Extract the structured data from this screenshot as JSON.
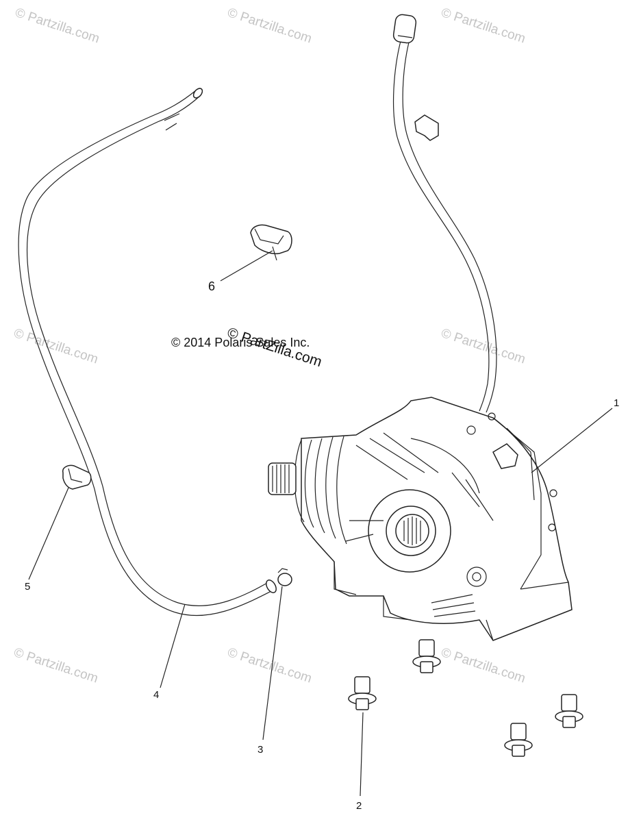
{
  "watermark": "© Partzilla.com",
  "copyright": "© 2014 Polaris Sales Inc.",
  "center_watermark": "© PartZilla.com",
  "callouts": [
    "1",
    "2",
    "3",
    "4",
    "5",
    "6"
  ]
}
